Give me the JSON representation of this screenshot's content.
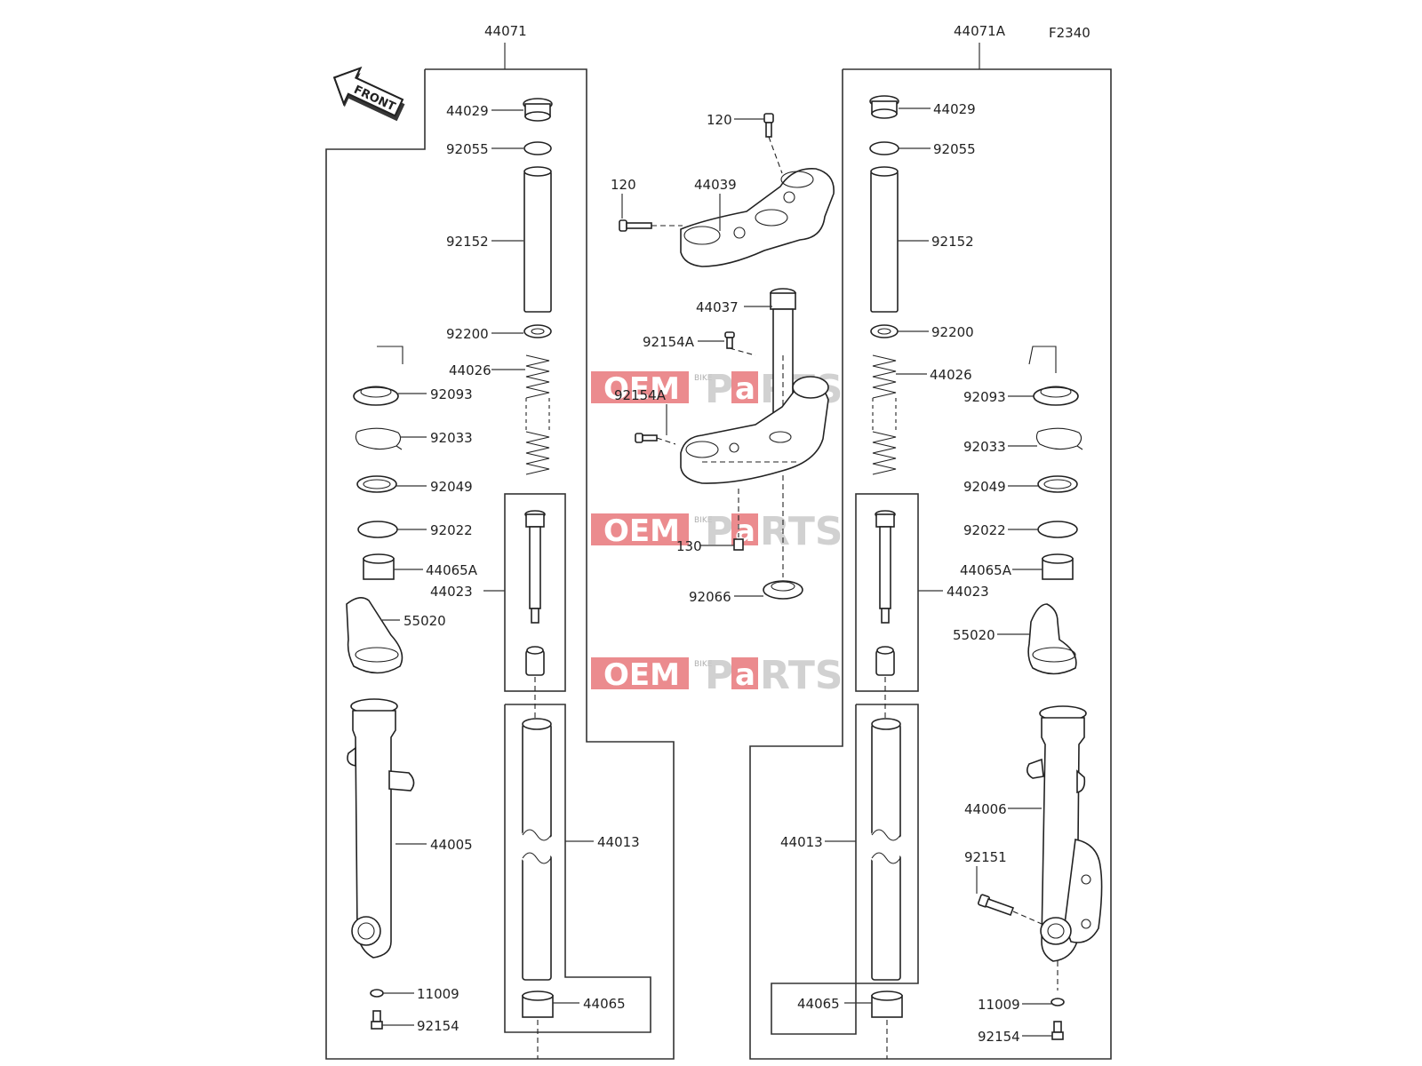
{
  "diagram_code": "F2340",
  "front_arrow_label": "FRONT",
  "watermark": {
    "oem": "OEM",
    "bike": "BIKE",
    "p": "P",
    "a": "a",
    "rts": "RTS"
  },
  "assemblies": {
    "left": "44071",
    "right": "44071A"
  },
  "labels": {
    "l_44029": "44029",
    "l_92055": "92055",
    "l_92152": "92152",
    "l_92200": "92200",
    "l_44026": "44026",
    "l_92093": "92093",
    "l_92033": "92033",
    "l_92049": "92049",
    "l_92022": "92022",
    "l_44065A": "44065A",
    "l_44023": "44023",
    "l_55020": "55020",
    "l_44005": "44005",
    "l_44013": "44013",
    "l_44065": "44065",
    "l_11009": "11009",
    "l_92154": "92154",
    "c_120a": "120",
    "c_120b": "120",
    "c_44039": "44039",
    "c_44037": "44037",
    "c_92154Aa": "92154A",
    "c_92154Ab": "92154A",
    "c_130": "130",
    "c_92066": "92066",
    "r_44029": "44029",
    "r_92055": "92055",
    "r_92152": "92152",
    "r_92200": "92200",
    "r_44026": "44026",
    "r_92093": "92093",
    "r_92033": "92033",
    "r_92049": "92049",
    "r_92022": "92022",
    "r_44065A": "44065A",
    "r_44023": "44023",
    "r_55020": "55020",
    "r_44006": "44006",
    "r_92151": "92151",
    "r_44013": "44013",
    "r_44065": "44065",
    "r_11009": "11009",
    "r_92154": "92154"
  }
}
